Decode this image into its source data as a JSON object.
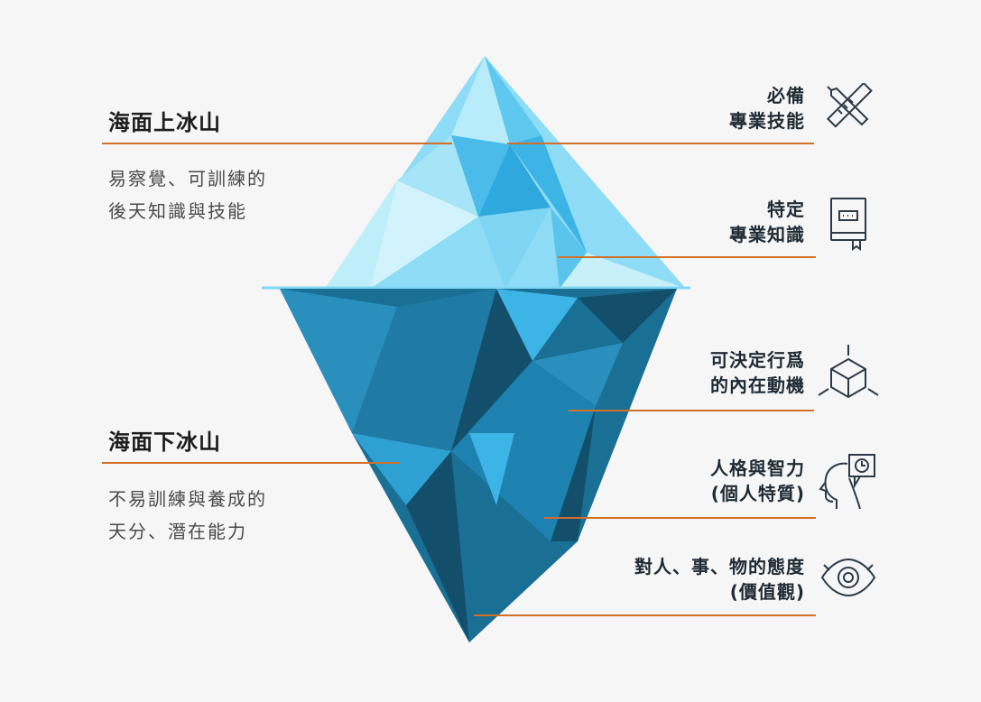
{
  "above": {
    "title": "海面上冰山",
    "desc_line1": "易察覺、可訓練的",
    "desc_line2": "後天知識與技能"
  },
  "below": {
    "title": "海面下冰山",
    "desc_line1": "不易訓練與養成的",
    "desc_line2": "天分、潛在能力"
  },
  "items": [
    {
      "line1": "必備",
      "line2": "專業技能",
      "icon": "ruler-pencil-icon"
    },
    {
      "line1": "特定",
      "line2": "專業知識",
      "icon": "book-icon"
    },
    {
      "line1": "可決定行爲",
      "line2": "的內在動機",
      "icon": "cube-icon"
    },
    {
      "line1": "人格與智力",
      "line2": "(個人特質)",
      "icon": "head-thought-icon"
    },
    {
      "line1": "對人、事、物的態度",
      "line2": "(價值觀)",
      "icon": "eye-icon"
    }
  ],
  "colors": {
    "accent_line": "#d2702a",
    "ice_light": "#8fdcf6",
    "ice_mid": "#3db4e6",
    "ice_deep": "#1a6f94",
    "ice_dark": "#134f6b",
    "icon_stroke": "#2d3a45"
  }
}
